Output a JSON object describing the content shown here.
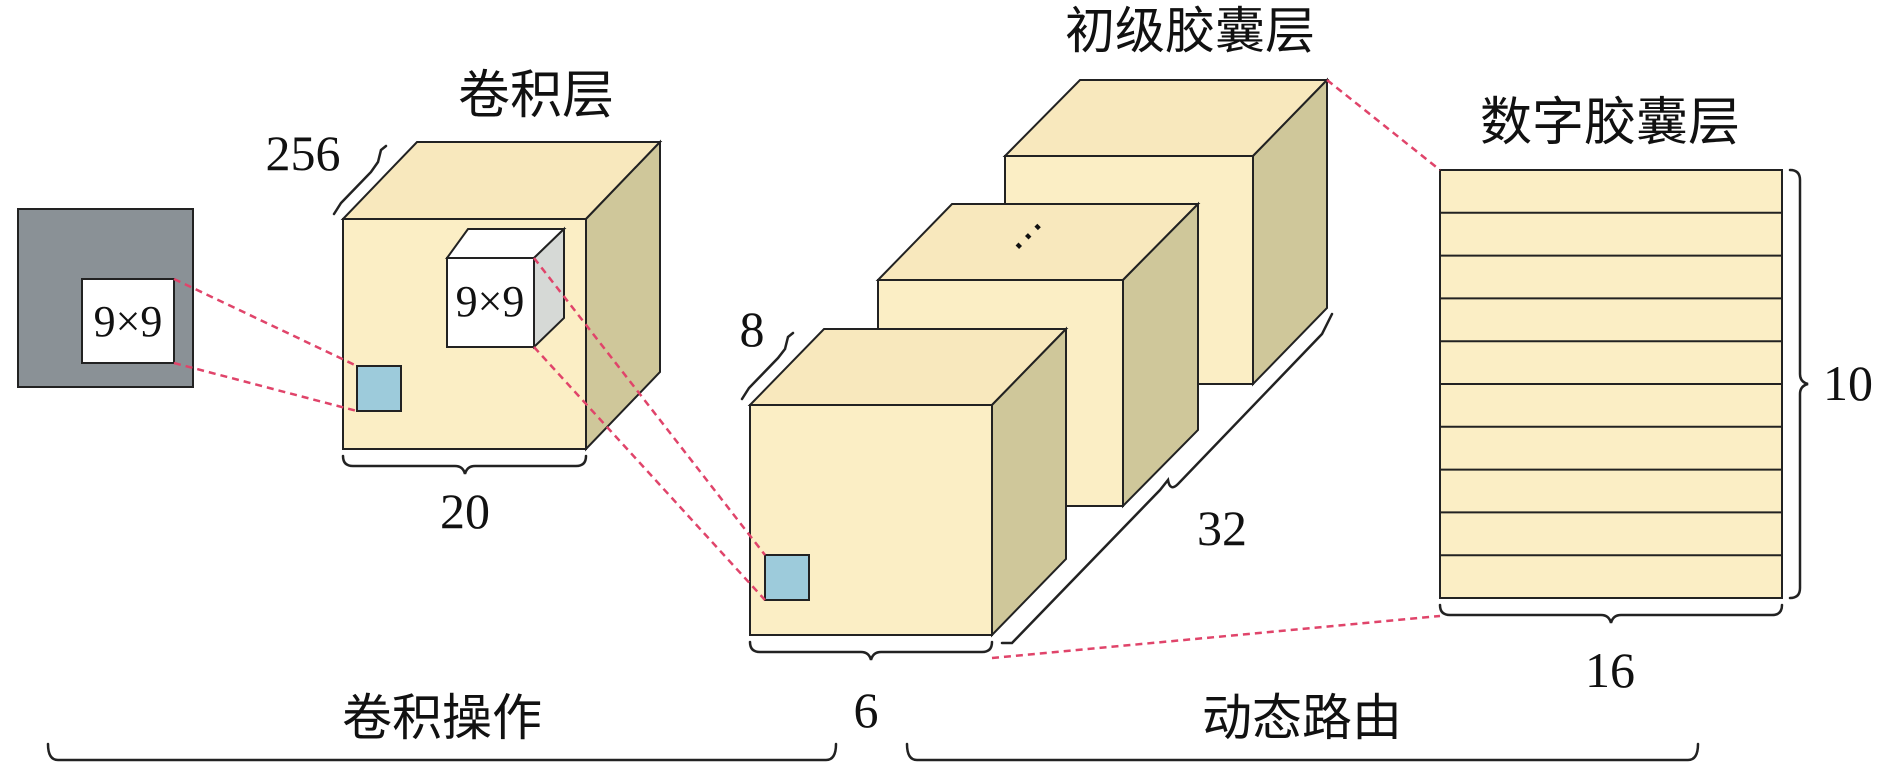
{
  "labels": {
    "conv_layer": "卷积层",
    "primary_caps": "初级胶囊层",
    "digit_caps": "数字胶囊层",
    "conv_op": "卷积操作",
    "dynamic_routing": "动态路由"
  },
  "dims": {
    "input_kernel": "9×9",
    "conv_kernel": "9×9",
    "conv_depth": "256",
    "conv_width": "20",
    "pc_depth": "8",
    "pc_width": "6",
    "pc_count": "32",
    "pc_ellipsis": "⋯",
    "dc_height": "10",
    "dc_width": "16"
  },
  "digit_caps_rows": 10,
  "colors": {
    "cube_front": "#fbeec5",
    "cube_top": "#f8e8bd",
    "cube_side": "#cfc79a",
    "input_gray": "#8a9196",
    "kernel_blue": "#9dcbdb",
    "dash_red": "#e0446a"
  }
}
